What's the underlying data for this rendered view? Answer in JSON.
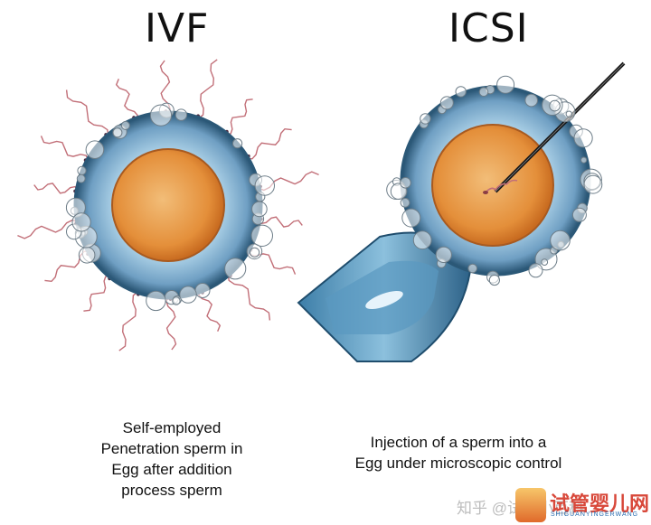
{
  "titles": {
    "ivf": "IVF",
    "icsi": "ICSI"
  },
  "captions": {
    "ivf": [
      "Self-employed",
      "Penetration sperm in",
      "Egg after addition",
      "process sperm"
    ],
    "icsi": [
      "Injection of a sperm into a",
      "Egg under microscopic control"
    ]
  },
  "watermark": {
    "text": "知乎 @试管小百科",
    "logo_text": "试管婴儿网",
    "logo_sub": "SHIGUANYINGERWANG"
  },
  "colors": {
    "zona": "#5f93b8",
    "yolk": "#e7973e",
    "sperm": "#c26f78",
    "pipette": "#3f7fa6"
  }
}
